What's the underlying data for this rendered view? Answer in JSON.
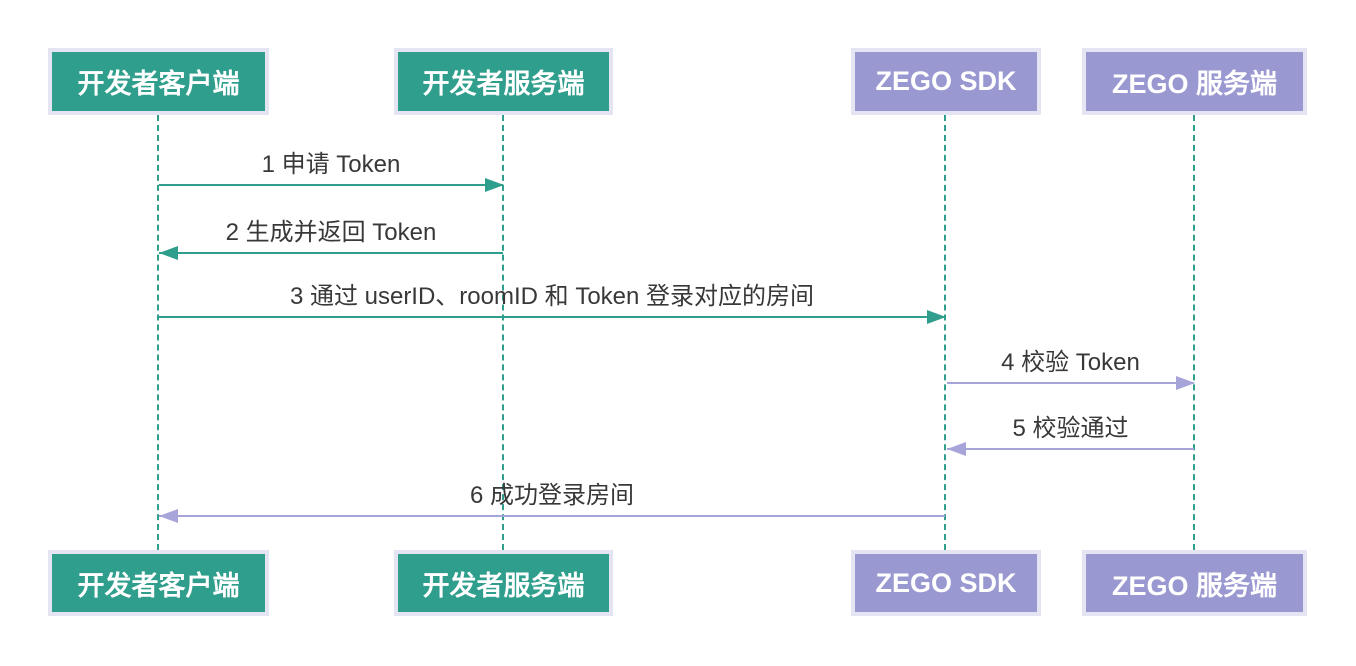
{
  "diagram": {
    "type": "sequence-diagram",
    "title": "ZEGO Token login sequence",
    "actors": [
      {
        "id": "dev-client",
        "label": "开发者客户端",
        "fill": "#2f9e8c"
      },
      {
        "id": "dev-server",
        "label": "开发者服务端",
        "fill": "#2f9e8c"
      },
      {
        "id": "zego-sdk",
        "label": "ZEGO SDK",
        "fill": "#9a98d0"
      },
      {
        "id": "zego-server",
        "label": "ZEGO 服务端",
        "fill": "#9a98d0"
      }
    ],
    "messages": [
      {
        "seq": 1,
        "label": "1 申请 Token",
        "from": "dev-client",
        "to": "dev-server",
        "direction": "right",
        "color": "#2f9e8c"
      },
      {
        "seq": 2,
        "label": "2 生成并返回 Token",
        "from": "dev-server",
        "to": "dev-client",
        "direction": "left",
        "color": "#2f9e8c"
      },
      {
        "seq": 3,
        "label": "3 通过 userID、roomID 和 Token 登录对应的房间",
        "from": "dev-client",
        "to": "zego-sdk",
        "direction": "right",
        "color": "#2f9e8c"
      },
      {
        "seq": 4,
        "label": "4 校验 Token",
        "from": "zego-sdk",
        "to": "zego-server",
        "direction": "right",
        "color": "#a6a4d9"
      },
      {
        "seq": 5,
        "label": "5 校验通过",
        "from": "zego-server",
        "to": "zego-sdk",
        "direction": "left",
        "color": "#a6a4d9"
      },
      {
        "seq": 6,
        "label": "6 成功登录房间",
        "from": "zego-sdk",
        "to": "dev-client",
        "direction": "left",
        "color": "#a6a4d9"
      }
    ],
    "colors": {
      "teal": "#2f9e8c",
      "purpleFill": "#9a98d0",
      "purpleArrow": "#a6a4d9",
      "boxBorder": "#e4e4f2",
      "text": "#383838",
      "background": "#ffffff"
    }
  }
}
